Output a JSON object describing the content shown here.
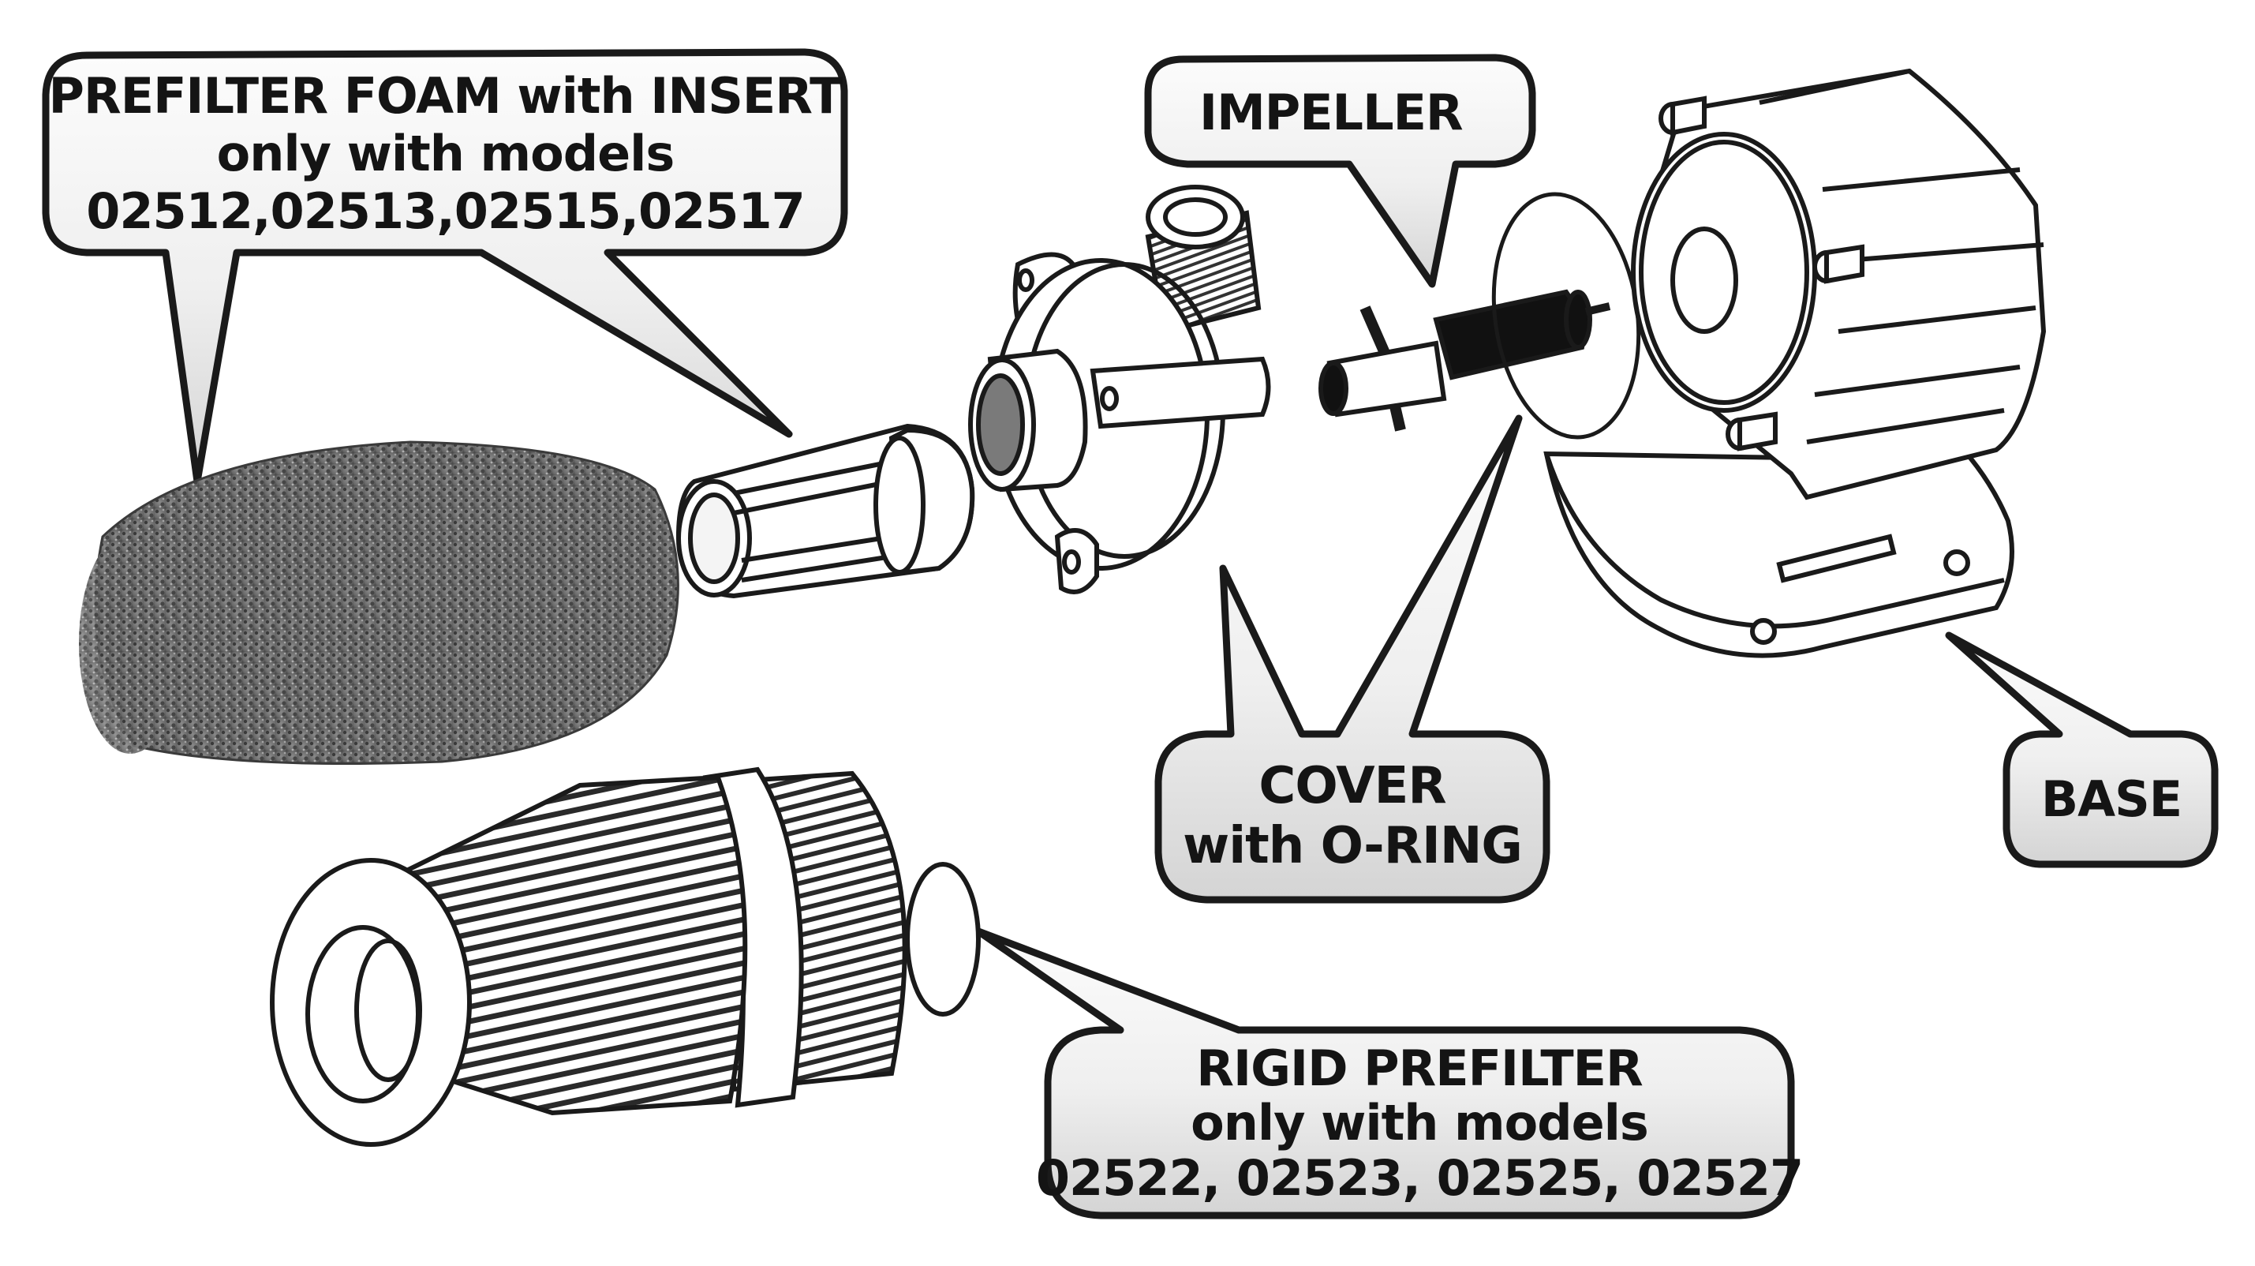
{
  "diagram": {
    "title": "Pump exploded parts diagram",
    "callouts": {
      "prefilter_foam": {
        "lines": [
          "PREFILTER FOAM with INSERT",
          "only with models",
          "02512,02513,02515,02517"
        ]
      },
      "impeller": {
        "lines": [
          "IMPELLER"
        ]
      },
      "cover": {
        "lines": [
          "COVER",
          "with O-RING"
        ]
      },
      "base": {
        "lines": [
          "BASE"
        ]
      },
      "rigid_prefilter": {
        "lines": [
          "RIGID PREFILTER",
          "only with models",
          "02522, 02523, 02525, 02527"
        ]
      }
    },
    "parts": [
      "prefilter foam",
      "foam insert",
      "cover",
      "impeller",
      "o-ring",
      "motor base",
      "rigid prefilter"
    ],
    "colors": {
      "outline": "#1a1a1a",
      "callout_fill_top": "#fbfbfb",
      "callout_fill_bottom": "#d9d9d9",
      "foam": "#6e6e6e",
      "impeller_magnet": "#111111"
    }
  }
}
